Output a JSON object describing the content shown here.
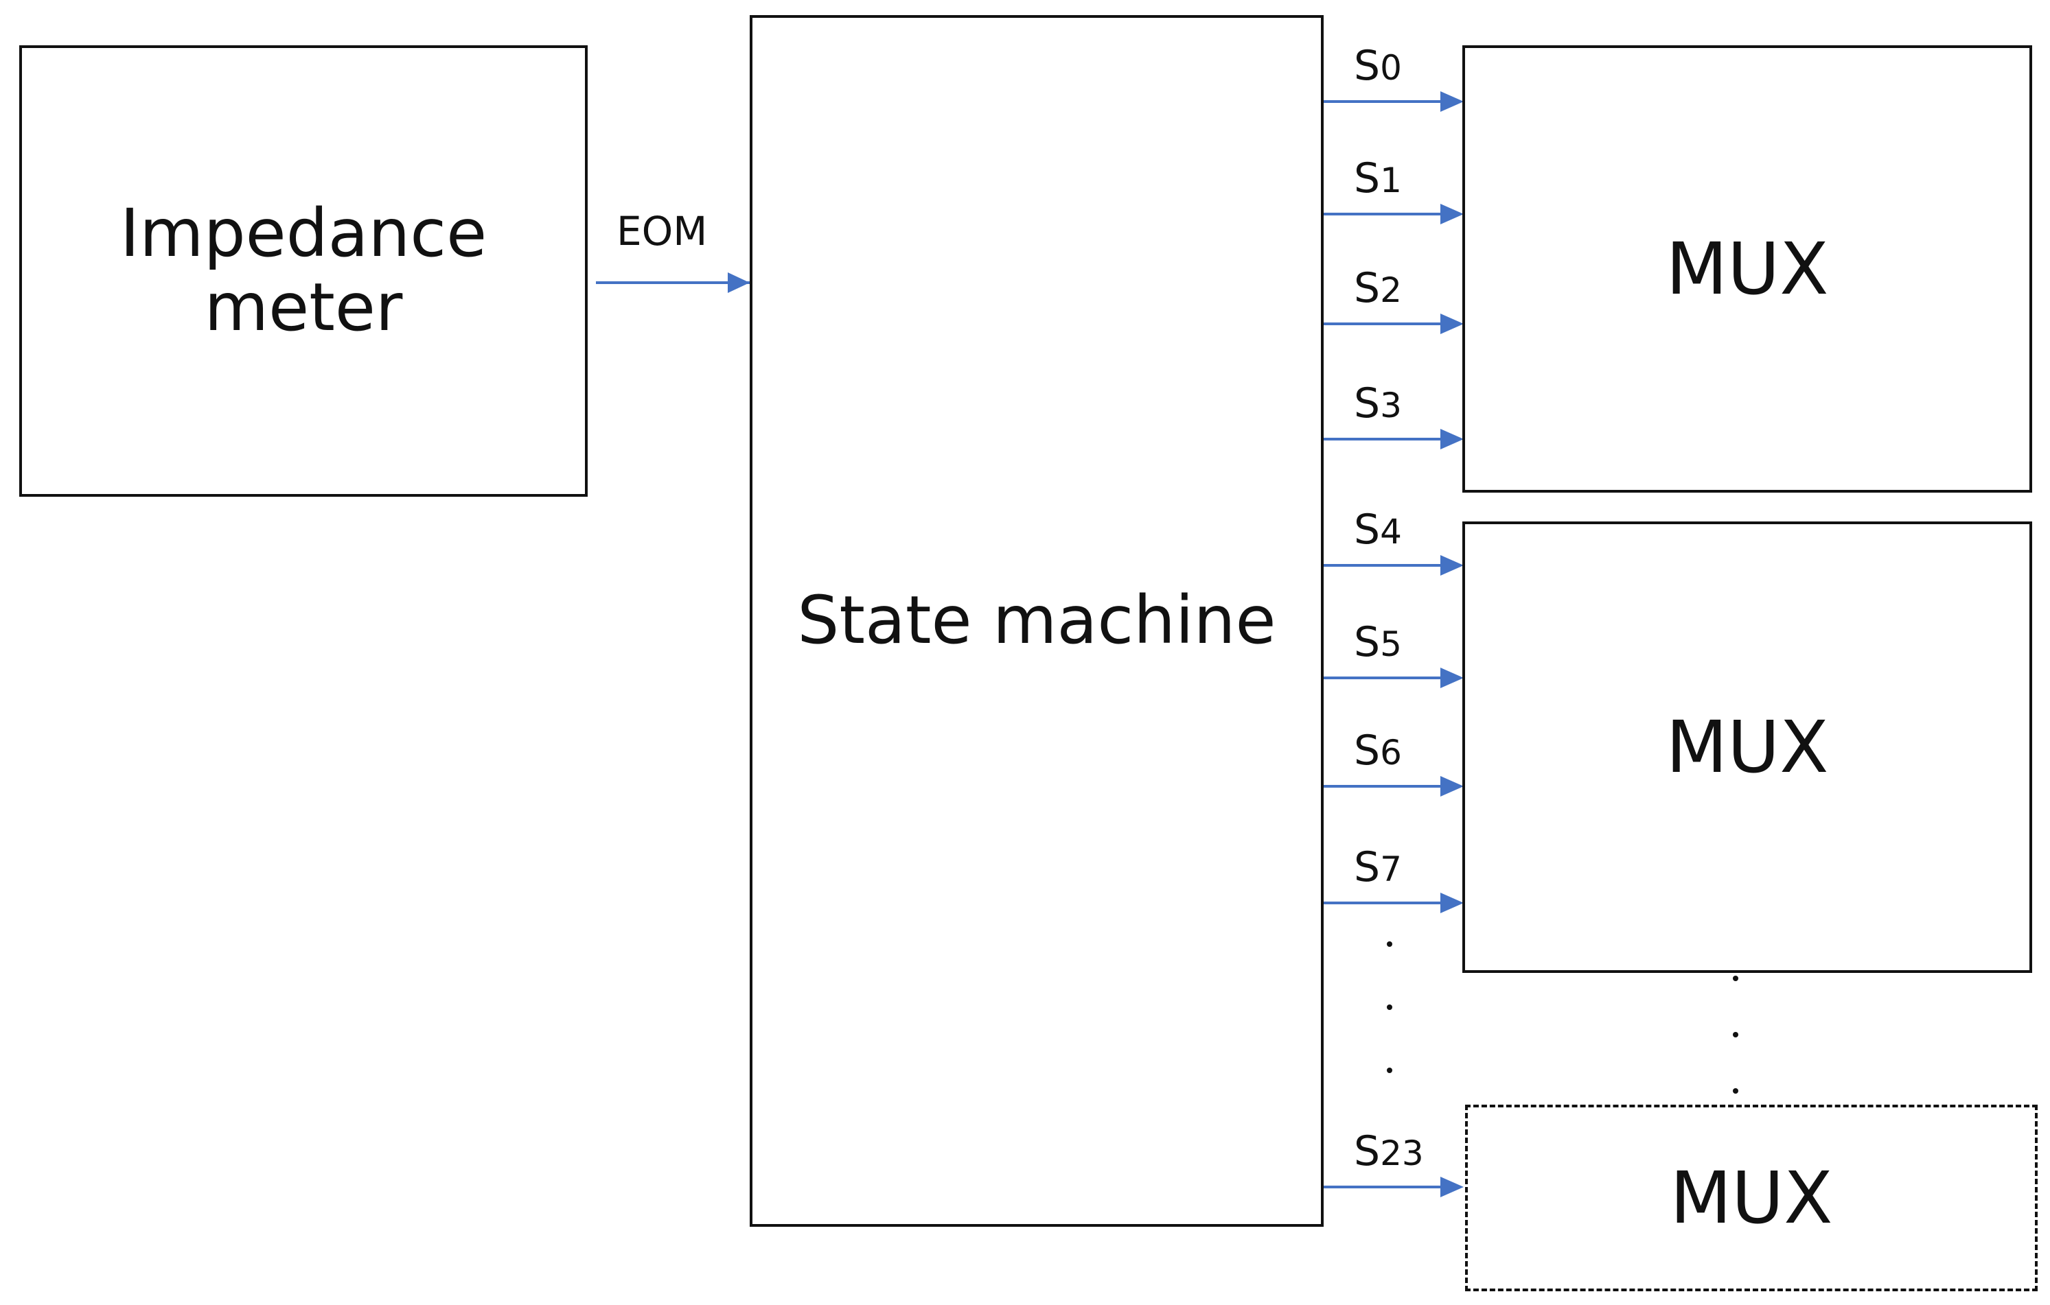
{
  "blocks": {
    "impedance_meter": "Impedance\nmeter",
    "state_machine": "State machine",
    "mux_1": "MUX",
    "mux_2": "MUX",
    "mux_3": "MUX"
  },
  "edges": {
    "eom": "EOM"
  },
  "signals": [
    {
      "prefix": "S",
      "index": "0"
    },
    {
      "prefix": "S",
      "index": "1"
    },
    {
      "prefix": "S",
      "index": "2"
    },
    {
      "prefix": "S",
      "index": "3"
    },
    {
      "prefix": "S",
      "index": "4"
    },
    {
      "prefix": "S",
      "index": "5"
    },
    {
      "prefix": "S",
      "index": "6"
    },
    {
      "prefix": "S",
      "index": "7"
    },
    {
      "prefix": "S",
      "index": "23"
    }
  ],
  "colors": {
    "arrow": "#4472C4",
    "stroke": "#111111"
  }
}
